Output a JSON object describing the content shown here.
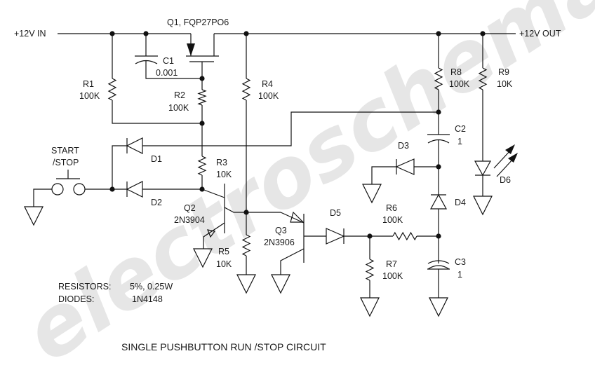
{
  "watermark": "electroschematics.com",
  "title": "SINGLE  PUSHBUTTON  RUN /STOP  CIRCUIT",
  "rails": {
    "input": "+12V  IN",
    "output": "+12V  OUT"
  },
  "switch": {
    "line1": "START",
    "line2": "/STOP"
  },
  "components": {
    "q1": "Q1, FQP27PO6",
    "c1": {
      "ref": "C1",
      "value": "0.001"
    },
    "r1": {
      "ref": "R1",
      "value": "100K"
    },
    "r2": {
      "ref": "R2",
      "value": "100K"
    },
    "r3": {
      "ref": "R3",
      "value": "10K"
    },
    "r4": {
      "ref": "R4",
      "value": "100K"
    },
    "r5": {
      "ref": "R5",
      "value": "10K"
    },
    "r6": {
      "ref": "R6",
      "value": "100K"
    },
    "r7": {
      "ref": "R7",
      "value": "100K"
    },
    "r8": {
      "ref": "R8",
      "value": "100K"
    },
    "r9": {
      "ref": "R9",
      "value": "10K"
    },
    "c2": {
      "ref": "C2",
      "value": "1"
    },
    "c3": {
      "ref": "C3",
      "value": "1"
    },
    "d1": "D1",
    "d2": "D2",
    "d3": "D3",
    "d4": "D4",
    "d5": "D5",
    "d6": "D6",
    "q2": {
      "ref": "Q2",
      "part": "2N3904"
    },
    "q3": {
      "ref": "Q3",
      "part": "2N3906"
    }
  },
  "notes": {
    "resistors_label": "RESISTORS:",
    "resistors_value": "5%, 0.25W",
    "diodes_label": "DIODES:",
    "diodes_value": "1N4148"
  }
}
